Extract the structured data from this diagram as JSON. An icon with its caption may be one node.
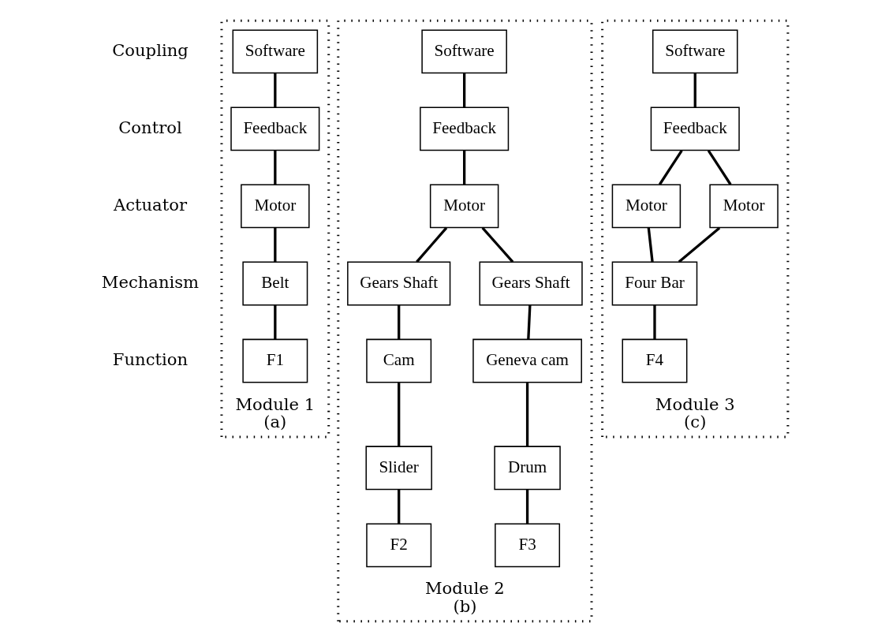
{
  "diagram": {
    "nodes": [
      {
        "text": [
          "Module 1"
        ],
        "beside": [
          "(a)"
        ]
      },
      {
        "text": [
          "Software"
        ],
        "in": 0
      },
      {
        "text": [
          "Feedback"
        ],
        "in": 0
      },
      {
        "text": [
          "Motor"
        ],
        "in": 0
      },
      {
        "text": [
          "Belt"
        ],
        "in": 0
      },
      {
        "text": [
          "F1"
        ],
        "in": 0
      },
      {
        "text": [
          "Module 2"
        ],
        "beside": [
          "(b)"
        ]
      },
      {
        "text": [
          "Software"
        ],
        "in": 6
      },
      {
        "text": [
          "Feedback"
        ],
        "in": 6
      },
      {
        "text": [
          "Motor"
        ],
        "in": 6
      },
      {
        "text": [
          "Gears Shaft"
        ],
        "in": 6
      },
      {
        "text": [
          "Gears Shaft"
        ],
        "in": 6
      },
      {
        "text": [
          "Cam"
        ],
        "in": 6
      },
      {
        "text": [
          "Geneva cam"
        ],
        "in": 6
      },
      {
        "text": [
          "Slider"
        ],
        "in": 6
      },
      {
        "text": [
          "Drum"
        ],
        "in": 6
      },
      {
        "text": [
          "F2"
        ],
        "in": 6
      },
      {
        "text": [
          "F3"
        ],
        "in": 6
      },
      {
        "text": [
          "Module 3"
        ],
        "beside": [
          "(c)"
        ]
      },
      {
        "text": [
          "Software"
        ],
        "in": 18
      },
      {
        "text": [
          "Feedback"
        ],
        "in": 18
      },
      {
        "text": [
          "Motor"
        ],
        "in": 18
      },
      {
        "text": [
          "Motor"
        ],
        "in": 18
      },
      {
        "text": [
          "Four Bar"
        ],
        "in": 18
      },
      {
        "text": [
          "F4"
        ],
        "in": 18
      }
    ],
    "edges": [
      {
        "from": 1,
        "to": 2,
        "arrow": "none"
      },
      {
        "from": 2,
        "to": 3,
        "arrow": "none"
      },
      {
        "from": 3,
        "to": 4,
        "arrow": "none"
      },
      {
        "from": 4,
        "to": 5,
        "arrow": "none"
      },
      {
        "from": 7,
        "to": 8,
        "arrow": "none"
      },
      {
        "from": 8,
        "to": 9,
        "arrow": "none"
      },
      {
        "from": 9,
        "to": 10,
        "arrow": "none"
      },
      {
        "from": 9,
        "to": 11,
        "arrow": "none"
      },
      {
        "from": 10,
        "to": 12,
        "arrow": "none"
      },
      {
        "from": 11,
        "to": 13,
        "arrow": "none"
      },
      {
        "from": 12,
        "to": 14,
        "arrow": "none"
      },
      {
        "from": 13,
        "to": 15,
        "arrow": "none"
      },
      {
        "from": 14,
        "to": 16,
        "arrow": "none"
      },
      {
        "from": 15,
        "to": 17,
        "arrow": "none"
      },
      {
        "from": 19,
        "to": 20,
        "arrow": "none"
      },
      {
        "from": 20,
        "to": 21,
        "arrow": "none"
      },
      {
        "from": 20,
        "to": 22,
        "arrow": "none"
      },
      {
        "from": 21,
        "to": 23,
        "arrow": "none"
      },
      {
        "from": 22,
        "to": 23,
        "arrow": "none"
      },
      {
        "from": 23,
        "to": 24,
        "arrow": "none"
      }
    ],
    "labels": [
      "Coupling",
      "Control",
      "Actuator",
      "Mechanism",
      "Function"
    ]
  }
}
